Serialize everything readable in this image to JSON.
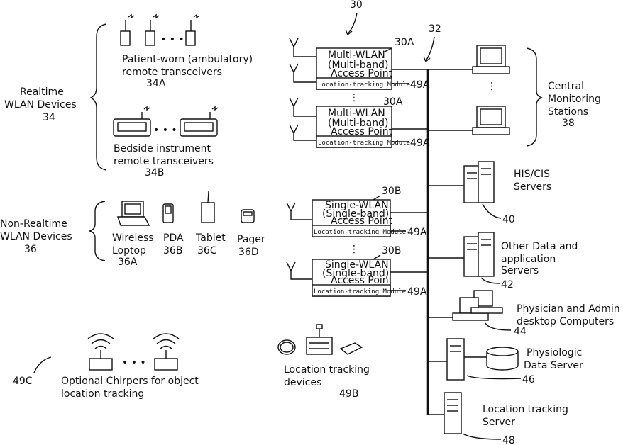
{
  "labels": {
    "ref_30": "30",
    "ref_32": "32",
    "realtime_line1": "Realtime",
    "realtime_line2": "WLAN Devices",
    "realtime_ref": "34",
    "patient_line1": "Patient-worn (ambulatory)",
    "patient_line2": "remote transceivers",
    "patient_ref": "34A",
    "bedside_line1": "Bedside instrument",
    "bedside_line2": "remote transceivers",
    "bedside_ref": "34B",
    "nonrt_line1": "Non-Realtime",
    "nonrt_line2": "WLAN Devices",
    "nonrt_ref": "36",
    "laptop_line1": "Wireless",
    "laptop_line2": "Loptop",
    "laptop_ref": "36A",
    "pda": "PDA",
    "pda_ref": "36B",
    "tablet": "Tablet",
    "tablet_ref": "36C",
    "pager": "Pager",
    "pager_ref": "36D",
    "chirper_ref": "49C",
    "chirper_line1": "Optional Chirpers for object",
    "chirper_line2": "location tracking",
    "loc_dev_line1": "Location tracking",
    "loc_dev_line2": "devices",
    "loc_dev_ref": "49B",
    "ap_multi_ref": "30A",
    "ap_multi_line1": "Multi-WLAN",
    "ap_multi_line2": "(Multi-band)",
    "ap_multi_line3": "Access Point",
    "ap_single_ref": "30B",
    "ap_single_line1": "Single-WLAN",
    "ap_single_line2": "(Single-band)",
    "ap_single_line3": "Access Point",
    "module": "Location-tracking Module",
    "module_ref": "49A",
    "cms_line1": "Central",
    "cms_line2": "Monitoring",
    "cms_line3": "Stations",
    "cms_ref": "38",
    "his_line1": "HIS/CIS",
    "his_line2": "Servers",
    "his_ref": "40",
    "other_line1": "Other Data and",
    "other_line2": "application",
    "other_line3": "Servers",
    "other_ref": "42",
    "phys_line1": "Physician and Admin",
    "phys_line2": "desktop Computers",
    "phys_ref": "44",
    "physio_line1": "Physiologic",
    "physio_line2": "Data Server",
    "physio_ref": "46",
    "lts_line1": "Location tracking",
    "lts_line2": "Server",
    "lts_ref": "48",
    "ellipsis": "• • •"
  }
}
